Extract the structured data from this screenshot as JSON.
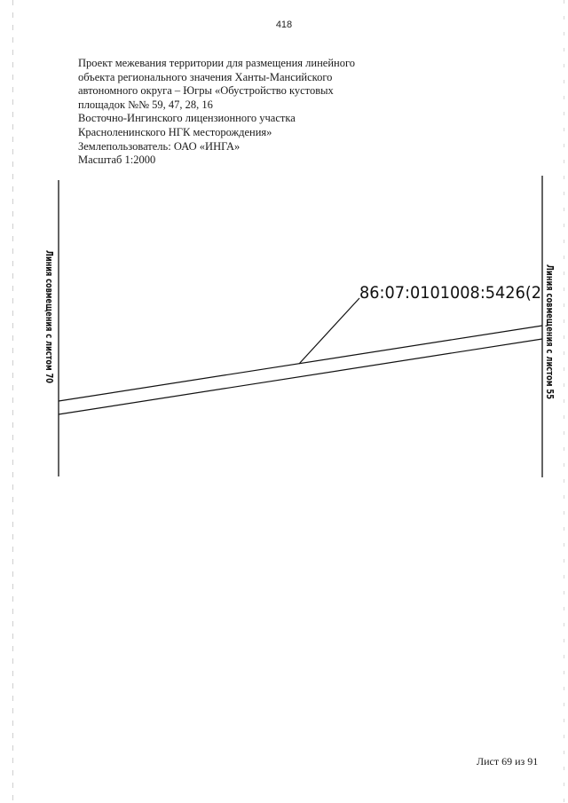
{
  "page_number": "418",
  "header": {
    "lines": [
      "Проект межевания территории для размещения линейного",
      "объекта регионального значения Ханты-Мансийского",
      "автономного  округа – Югры «Обустройство кустовых",
      "площадок №№ 59, 47, 28, 16",
      "Восточно-Ингинского  лицензионного участка",
      "Красноленинского НГК месторождения»",
      "Землепользователь: ОАО «ИНГА»",
      "Масштаб 1:2000"
    ]
  },
  "plan": {
    "left_junction_label": "Линия совмещения с листом 70",
    "right_junction_label": "Линия совмещения с листом 55",
    "parcel_label": "86:07:0101008:5426(2"
  },
  "footer": {
    "sheet": "Лист 69 из 91"
  }
}
